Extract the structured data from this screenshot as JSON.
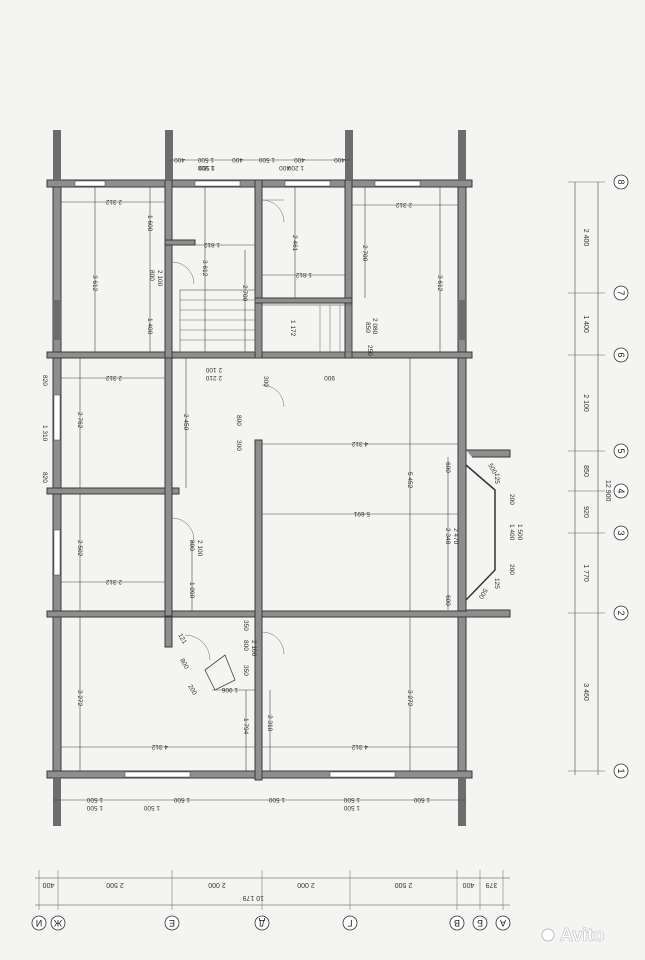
{
  "grid_right": {
    "labels": [
      "8",
      "7",
      "6",
      "5",
      "4",
      "3",
      "2",
      "1"
    ],
    "spans": [
      "2 400",
      "1 400",
      "2 100",
      "850",
      "920",
      "1 770",
      "3 460"
    ],
    "total": "12 900"
  },
  "grid_bottom": {
    "labels": [
      "И",
      "Ж",
      "Е",
      "Д",
      "Г",
      "В",
      "Б",
      "А"
    ],
    "spans": [
      "400",
      "2 500",
      "2 000",
      "2 000",
      "2 500",
      "400",
      "379"
    ],
    "total": "10 179"
  },
  "top_dims": [
    "400",
    "1 500",
    "400",
    "1 500",
    "400",
    "400",
    "1 500",
    "400"
  ],
  "top_dims2": [
    "1 200",
    "1 200"
  ],
  "bottom_dims": [
    "1 500",
    "1 500",
    "1 500",
    "1 500",
    "1 500",
    "1 500",
    "1 500",
    "1 500"
  ],
  "room_dims": {
    "r1_w": "2 312",
    "r1_h": "3 612",
    "r1_sub_a": "1 600",
    "r1_sub_b": "1 400",
    "hall_h": "3 612",
    "hall_w": "1 812",
    "door_a": "800",
    "door_b": "2 100",
    "r3_w": "2 312",
    "r3_h": "3 612",
    "r3_sub": "2 700",
    "r3_door": "2 080",
    "stair_w": "1 812",
    "stair_h": "2 461",
    "stair_d": "2 700",
    "stair_s": "1 172",
    "stair_e": "850",
    "left_820a": "820",
    "left_1310": "1 310",
    "left_820b": "820",
    "r4_w": "2 312",
    "r4_h": "2 762",
    "corr_h": "2 450",
    "corr_w": "2 210",
    "corr_s": "2 100",
    "corr_a": "300",
    "corr_b": "900",
    "corr_c": "250",
    "corr_d": "800",
    "corr_e": "300",
    "big_w": "4 312",
    "big_h": "5 452",
    "big_mid": "5 691",
    "bay_600a": "600",
    "bay_600b": "600",
    "bay_2348": "2 348",
    "bay_2470": "2 470",
    "bay_1400": "1 400",
    "bay_1500": "1 500",
    "bay_200a": "200",
    "bay_200b": "200",
    "bay_125a": "125",
    "bay_125b": "125",
    "bay_500a": "500",
    "bay_500b": "500",
    "r5_w": "2 312",
    "r5_h": "2 502",
    "r5_d": "800",
    "r5_dd": "2 100",
    "r5_s": "1 090",
    "r6_w": "4 312",
    "r6_h": "3 272",
    "r6_s": "1 794",
    "r6_d": "1 906",
    "r6_door_a": "800",
    "r6_door_b": "2 100",
    "r6_350a": "350",
    "r6_350b": "350",
    "r6_121": "121",
    "r6_800": "800",
    "r6_200": "200",
    "r7_w": "4 312",
    "r7_h": "3 272",
    "r7_h2": "2 310"
  },
  "watermark": "Avito"
}
